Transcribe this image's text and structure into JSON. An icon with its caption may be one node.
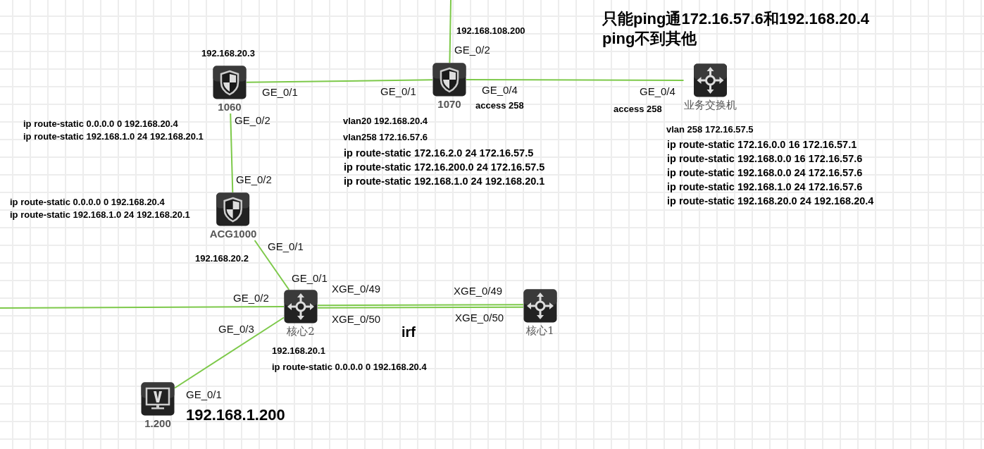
{
  "diagram": {
    "nodes": [
      {
        "text": [
          "1060"
        ],
        "beside": [
          "192.168.20.3",
          "ip route-static 0.0.0.0 0 192.168.20.4",
          "ip route-static 192.168.1.0 24 192.168.20.1"
        ]
      },
      {
        "text": [
          "1070"
        ],
        "beside": [
          "192.168.108.200",
          "vlan20 192.168.20.4",
          "vlan258 172.16.57.6",
          "ip route-static 172.16.2.0 24 172.16.57.5",
          "ip route-static 172.16.200.0 24 172.16.57.5",
          "ip route-static 192.168.1.0 24 192.168.20.1"
        ]
      },
      {
        "text": [
          "业务交换机"
        ],
        "beside": [
          "vlan 258 172.16.57.5",
          "ip route-static 172.16.0.0 16 172.16.57.1",
          "ip route-static 192.168.0.0 16 172.16.57.6",
          "ip route-static 192.168.0.0 24 172.16.57.6",
          "ip route-static 192.168.1.0 24 172.16.57.6",
          "ip route-static 192.168.20.0 24 192.168.20.4"
        ]
      },
      {
        "text": [
          "ACG1000"
        ],
        "beside": [
          "ip route-static 0.0.0.0 0 192.168.20.4",
          "ip route-static 192.168.1.0 24 192.168.20.1",
          "192.168.20.2"
        ]
      },
      {
        "text": [
          "核心2"
        ],
        "beside": [
          "192.168.20.1",
          "ip route-static 0.0.0.0 0 192.168.20.4"
        ]
      },
      {
        "text": [
          "核心1"
        ]
      },
      {
        "text": [
          "1.200"
        ],
        "beside": [
          "192.168.1.200"
        ]
      }
    ],
    "edges": [
      {
        "from": 0,
        "to": 1,
        "arrow": "none"
      },
      {
        "from": 1,
        "to": 2,
        "arrow": "none"
      },
      {
        "from": 1,
        "to": null,
        "arrow": "none"
      },
      {
        "from": 0,
        "to": 3,
        "arrow": "none"
      },
      {
        "from": 3,
        "to": 4,
        "arrow": "none"
      },
      {
        "from": 4,
        "to": 5,
        "arrow": "none"
      },
      {
        "from": 4,
        "to": 5,
        "arrow": "none"
      },
      {
        "from": 4,
        "to": null,
        "arrow": "none"
      },
      {
        "from": 4,
        "to": 6,
        "arrow": "none"
      }
    ],
    "labels": [
      "只能ping通172.16.57.6和192.168.20.4 ping不到其他",
      "GE_0/2",
      "GE_0/1",
      "GE_0/1",
      "GE_0/4",
      "GE_0/4",
      "access 258",
      "access 258",
      "GE_0/2",
      "GE_0/2",
      "GE_0/1",
      "GE_0/1",
      "XGE_0/49",
      "XGE_0/49",
      "GE_0/2",
      "XGE_0/50",
      "XGE_0/50",
      "GE_0/3",
      "irf",
      "GE_0/1"
    ]
  }
}
